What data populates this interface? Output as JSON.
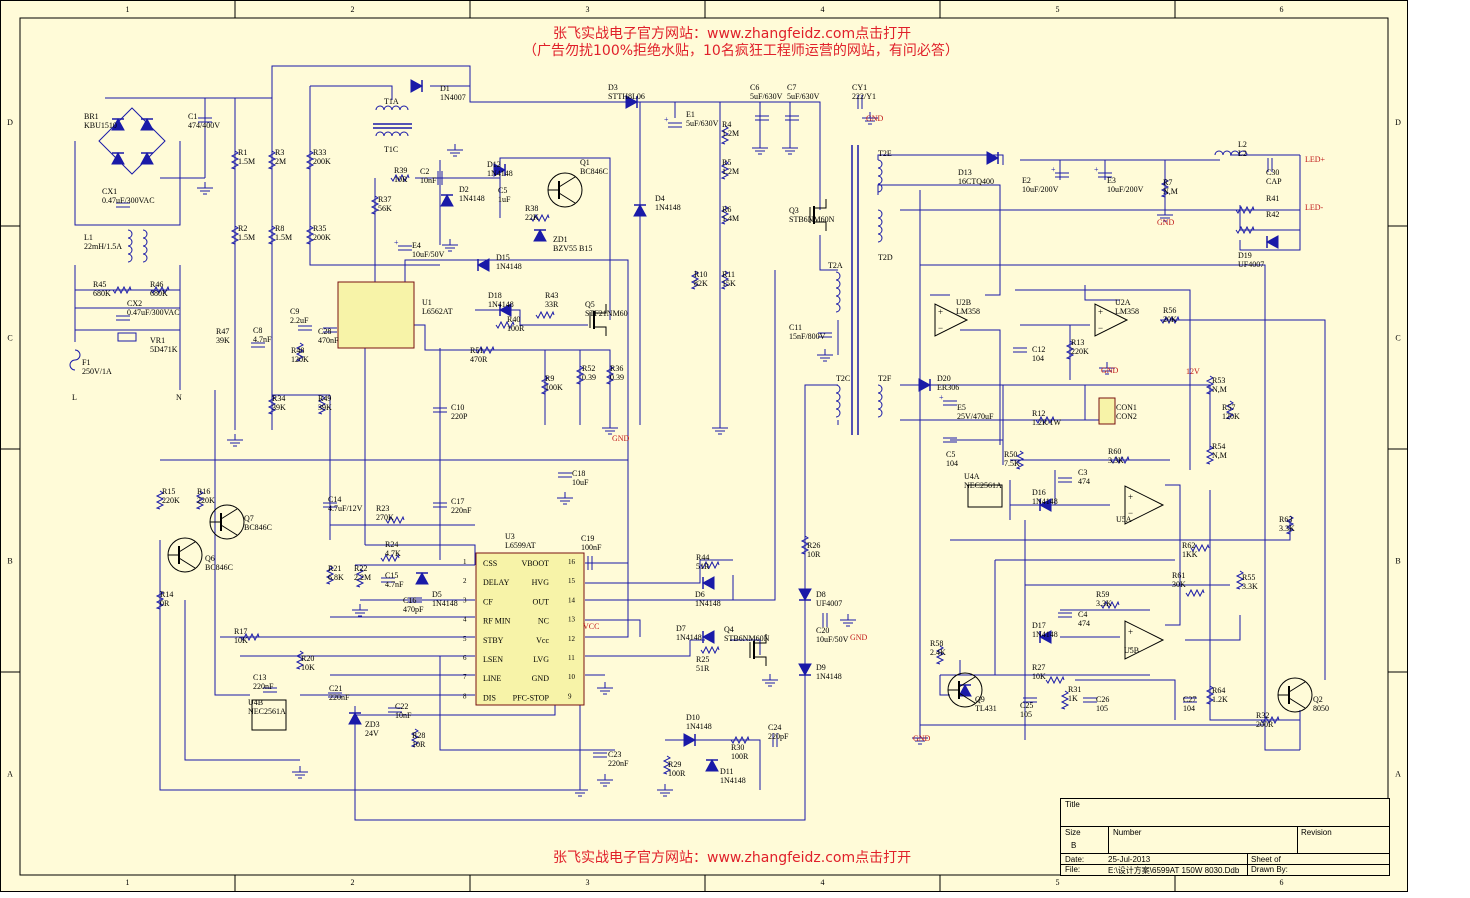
{
  "watermark": {
    "top_line1": "张飞实战电子官方网站：www.zhangfeidz.com点击打开",
    "top_line2": "（广告勿扰100%拒绝水贴，10名疯狂工程师运营的网站，有问必答）",
    "bottom_line": "张飞实战电子官方网站：www.zhangfeidz.com点击打开"
  },
  "grid": {
    "columns": [
      "1",
      "2",
      "3",
      "4",
      "5",
      "6"
    ],
    "rows": [
      "D",
      "C",
      "B",
      "A"
    ]
  },
  "colors": {
    "background": "#fffbd8",
    "wire": "#1a1aa8",
    "component_label": "#1a1aa8",
    "power_label": "#c01818",
    "text": "#000000"
  },
  "title_block": {
    "title_label": "Title",
    "size_label": "Size",
    "size_value": "B",
    "number_label": "Number",
    "revision_label": "Revision",
    "date_label": "Date:",
    "date_value": "25-Jul-2013",
    "sheet_label": "Sheet    of",
    "file_label": "File:",
    "file_value": "E:\\设计方案\\6599AT 150W 8030.Ddb",
    "drawn_label": "Drawn By:"
  },
  "net_labels": {
    "gnd": "GND",
    "vcc": "VCC",
    "v12": "12V",
    "led_plus": "LED+",
    "led_minus": "LED-",
    "line": "L",
    "neutral": "N"
  },
  "components": [
    {
      "ref": "BR1",
      "value": "KBU1510"
    },
    {
      "ref": "C1",
      "value": "474/400V"
    },
    {
      "ref": "CX1",
      "value": "0.47uF/300VAC"
    },
    {
      "ref": "L1",
      "value": "22mH/1.5A"
    },
    {
      "ref": "R45",
      "value": "680K"
    },
    {
      "ref": "R46",
      "value": "680K"
    },
    {
      "ref": "CX2",
      "value": "0.47uF/300VAC"
    },
    {
      "ref": "VR1",
      "value": "5D471K"
    },
    {
      "ref": "F1",
      "value": "250V/1A"
    },
    {
      "ref": "R1",
      "value": "1.5M"
    },
    {
      "ref": "R2",
      "value": "1.5M"
    },
    {
      "ref": "R3",
      "value": "2M"
    },
    {
      "ref": "R8",
      "value": "1.5M"
    },
    {
      "ref": "R33",
      "value": "200K"
    },
    {
      "ref": "R35",
      "value": "200K"
    },
    {
      "ref": "R47",
      "value": "39K"
    },
    {
      "ref": "C8",
      "value": "4.7nF"
    },
    {
      "ref": "D1",
      "value": "1N4007"
    },
    {
      "ref": "T1A",
      "value": ""
    },
    {
      "ref": "T1C",
      "value": ""
    },
    {
      "ref": "R39",
      "value": "10R"
    },
    {
      "ref": "C2",
      "value": "10nF"
    },
    {
      "ref": "D2",
      "value": "1N4148"
    },
    {
      "ref": "D12",
      "value": "1N4148"
    },
    {
      "ref": "C5",
      "value": "1uF"
    },
    {
      "ref": "Q1",
      "value": "BC846C"
    },
    {
      "ref": "R38",
      "value": "22K"
    },
    {
      "ref": "ZD1",
      "value": "BZV55 B15"
    },
    {
      "ref": "R37",
      "value": "56K"
    },
    {
      "ref": "E4",
      "value": "10uF/50V"
    },
    {
      "ref": "D15",
      "value": "1N4148"
    },
    {
      "ref": "D3",
      "value": "STTH8L06"
    },
    {
      "ref": "E1",
      "value": "5uF/630V"
    },
    {
      "ref": "D4",
      "value": "1N4148"
    },
    {
      "ref": "C6",
      "value": "5uF/630V"
    },
    {
      "ref": "C7",
      "value": "5uF/630V"
    },
    {
      "ref": "CY1",
      "value": "222/Y1"
    },
    {
      "ref": "R4",
      "value": "1.2M"
    },
    {
      "ref": "R5",
      "value": "1.2M"
    },
    {
      "ref": "R6",
      "value": "1.4M"
    },
    {
      "ref": "R10",
      "value": "82K"
    },
    {
      "ref": "R11",
      "value": "15K"
    },
    {
      "ref": "Q3",
      "value": "STB6NM60N"
    },
    {
      "ref": "U1",
      "value": "L6562AT"
    },
    {
      "ref": "C9",
      "value": "2.2uF"
    },
    {
      "ref": "C28",
      "value": "470nF"
    },
    {
      "ref": "R48",
      "value": "120K"
    },
    {
      "ref": "D18",
      "value": "1N4148"
    },
    {
      "ref": "R40",
      "value": "100R"
    },
    {
      "ref": "R43",
      "value": "33R"
    },
    {
      "ref": "Q5",
      "value": "STF21NM60"
    },
    {
      "ref": "R51",
      "value": "470R"
    },
    {
      "ref": "R9",
      "value": "100K"
    },
    {
      "ref": "R52",
      "value": "0.39"
    },
    {
      "ref": "R36",
      "value": "0.39"
    },
    {
      "ref": "R34",
      "value": "39K"
    },
    {
      "ref": "R49",
      "value": "39K"
    },
    {
      "ref": "C10",
      "value": "220P"
    },
    {
      "ref": "C18",
      "value": "10uF"
    },
    {
      "ref": "R15",
      "value": "220K"
    },
    {
      "ref": "R16",
      "value": "220K"
    },
    {
      "ref": "Q7",
      "value": "BC846C"
    },
    {
      "ref": "Q6",
      "value": "BC846C"
    },
    {
      "ref": "R14",
      "value": "0R"
    },
    {
      "ref": "C14",
      "value": "4.7uF/12V"
    },
    {
      "ref": "R23",
      "value": "270K"
    },
    {
      "ref": "C17",
      "value": "220nF"
    },
    {
      "ref": "U3",
      "value": "L6599AT"
    },
    {
      "ref": "R21",
      "value": "6.8K"
    },
    {
      "ref": "R22",
      "value": "2.2M"
    },
    {
      "ref": "R24",
      "value": "4.7K"
    },
    {
      "ref": "C15",
      "value": "4.7nF"
    },
    {
      "ref": "D5",
      "value": "1N4148"
    },
    {
      "ref": "C16",
      "value": "470pF"
    },
    {
      "ref": "C19",
      "value": "100nF"
    },
    {
      "ref": "R44",
      "value": "51R"
    },
    {
      "ref": "D6",
      "value": "1N4148"
    },
    {
      "ref": "D7",
      "value": "1N4148"
    },
    {
      "ref": "R25",
      "value": "51R"
    },
    {
      "ref": "Q4",
      "value": "STB6NM60N"
    },
    {
      "ref": "R17",
      "value": "10K"
    },
    {
      "ref": "R20",
      "value": "10K"
    },
    {
      "ref": "C13",
      "value": "220nF"
    },
    {
      "ref": "U4B",
      "value": "NEC2561A"
    },
    {
      "ref": "C21",
      "value": "220nF"
    },
    {
      "ref": "C22",
      "value": "10nF"
    },
    {
      "ref": "ZD3",
      "value": "24V"
    },
    {
      "ref": "R28",
      "value": "10R"
    },
    {
      "ref": "C23",
      "value": "220nF"
    },
    {
      "ref": "D10",
      "value": "1N4148"
    },
    {
      "ref": "R29",
      "value": "100R"
    },
    {
      "ref": "R30",
      "value": "100R"
    },
    {
      "ref": "D11",
      "value": "1N4148"
    },
    {
      "ref": "C24",
      "value": "220pF"
    },
    {
      "ref": "T2A",
      "value": ""
    },
    {
      "ref": "C11",
      "value": "15nF/800V"
    },
    {
      "ref": "T2C",
      "value": ""
    },
    {
      "ref": "R26",
      "value": "10R"
    },
    {
      "ref": "D8",
      "value": "UF4007"
    },
    {
      "ref": "C20",
      "value": "10uF/50V"
    },
    {
      "ref": "D9",
      "value": "1N4148"
    },
    {
      "ref": "T2E",
      "value": ""
    },
    {
      "ref": "T2D",
      "value": ""
    },
    {
      "ref": "D13",
      "value": "16CTQ400"
    },
    {
      "ref": "E2",
      "value": "10uF/200V"
    },
    {
      "ref": "E3",
      "value": "10uF/200V"
    },
    {
      "ref": "R7",
      "value": "N,M"
    },
    {
      "ref": "L2",
      "value": "L2"
    },
    {
      "ref": "C30",
      "value": "CAP"
    },
    {
      "ref": "R41",
      "value": ""
    },
    {
      "ref": "R42",
      "value": ""
    },
    {
      "ref": "D19",
      "value": "UF4007"
    },
    {
      "ref": "U2B",
      "value": "LM358"
    },
    {
      "ref": "U2A",
      "value": "LM358"
    },
    {
      "ref": "R56",
      "value": "20K"
    },
    {
      "ref": "C12",
      "value": "104"
    },
    {
      "ref": "R13",
      "value": "220K"
    },
    {
      "ref": "T2F",
      "value": ""
    },
    {
      "ref": "D20",
      "value": "ER306"
    },
    {
      "ref": "E5",
      "value": "25V/470uF"
    },
    {
      "ref": "R12",
      "value": "1.2R/1W"
    },
    {
      "ref": "CON1",
      "value": "CON2"
    },
    {
      "ref": "C5b",
      "value": "104"
    },
    {
      "ref": "R53",
      "value": "N,M"
    },
    {
      "ref": "R57",
      "value": "120K"
    },
    {
      "ref": "R54",
      "value": "N,M"
    },
    {
      "ref": "R50",
      "value": "7.5K"
    },
    {
      "ref": "U4A",
      "value": "NEC2561A"
    },
    {
      "ref": "R60",
      "value": "3.3K"
    },
    {
      "ref": "C3",
      "value": "474"
    },
    {
      "ref": "D16",
      "value": "1N4148"
    },
    {
      "ref": "U5A",
      "value": ""
    },
    {
      "ref": "R62",
      "value": "1KK"
    },
    {
      "ref": "R61",
      "value": "30K"
    },
    {
      "ref": "R63",
      "value": "3.3K"
    },
    {
      "ref": "R59",
      "value": "3.3K"
    },
    {
      "ref": "C4",
      "value": "474"
    },
    {
      "ref": "D17",
      "value": "1N4148"
    },
    {
      "ref": "U5B",
      "value": ""
    },
    {
      "ref": "R55",
      "value": "3.3K"
    },
    {
      "ref": "R58",
      "value": "2.4K"
    },
    {
      "ref": "Q9",
      "value": "TL431"
    },
    {
      "ref": "R27",
      "value": "10K"
    },
    {
      "ref": "C25",
      "value": "105"
    },
    {
      "ref": "R31",
      "value": "1K"
    },
    {
      "ref": "C26",
      "value": "105"
    },
    {
      "ref": "C27",
      "value": "104"
    },
    {
      "ref": "R64",
      "value": "1.2K"
    },
    {
      "ref": "R32",
      "value": "200R"
    },
    {
      "ref": "Q2",
      "value": "8050"
    }
  ],
  "u3_pins": {
    "left": [
      {
        "num": "1",
        "name": "CSS"
      },
      {
        "num": "2",
        "name": "DELAY"
      },
      {
        "num": "3",
        "name": "CF"
      },
      {
        "num": "4",
        "name": "RF MIN"
      },
      {
        "num": "5",
        "name": "STBY"
      },
      {
        "num": "6",
        "name": "LSEN"
      },
      {
        "num": "7",
        "name": "LINE"
      },
      {
        "num": "8",
        "name": "DIS"
      }
    ],
    "right": [
      {
        "num": "16",
        "name": "VBOOT"
      },
      {
        "num": "15",
        "name": "HVG"
      },
      {
        "num": "14",
        "name": "OUT"
      },
      {
        "num": "13",
        "name": "NC"
      },
      {
        "num": "12",
        "name": "Vcc"
      },
      {
        "num": "11",
        "name": "LVG"
      },
      {
        "num": "10",
        "name": "GND"
      },
      {
        "num": "9",
        "name": "PFC-STOP"
      }
    ]
  }
}
